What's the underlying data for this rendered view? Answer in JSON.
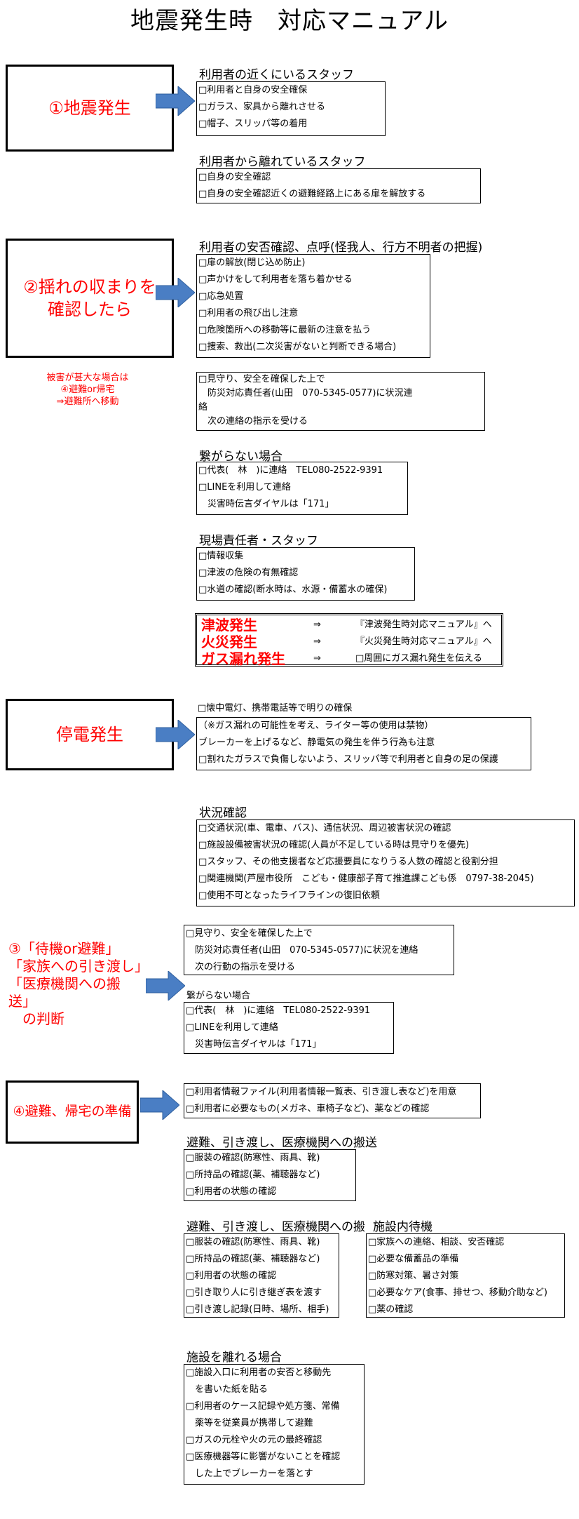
{
  "title": "地震発生時　対応マニュアル",
  "steps": {
    "s1": "①地震発生",
    "s2a": "②揺れの収まりを",
    "s2b": "確認したら",
    "power": "停電発生",
    "s3": [
      "③「待機or避難」",
      "「家族への引き渡し」",
      "「医療機関への搬",
      "送」",
      "　の判断"
    ],
    "s4": "④避難、帰宅の準備"
  },
  "note": [
    "被害が甚大な場合は",
    "④避難or帰宅",
    "⇒避難所へ移動"
  ],
  "sec1": {
    "h1": "利用者の近くにいるスタッフ",
    "items1": [
      "□利用者と自身の安全確保",
      "□ガラス、家具から離れさせる",
      "□帽子、スリッパ等の着用"
    ],
    "h2": "利用者から離れているスタッフ",
    "items2": [
      "□自身の安全確認",
      "□自身の安全確認近くの避難経路上にある扉を解放する"
    ]
  },
  "sec2": {
    "h1": "利用者の安否確認、点呼(怪我人、行方不明者の把握)",
    "items1": [
      "□扉の解放(閉じ込め防止)",
      "□声かけをして利用者を落ち着かせる",
      "□応急処置",
      "□利用者の飛び出し注意",
      "□危険箇所への移動等に最新の注意を払う",
      "□捜索、救出(二次災害がないと判断できる場合)"
    ],
    "items2": [
      "□見守り、安全を確保した上で",
      "　防災対応責任者(山田　070-5345-0577)に状況連",
      "絡",
      "　次の連絡の指示を受ける"
    ],
    "h3": "繋がらない場合",
    "items3": [
      "□代表(　林　)に連絡　TEL080-2522-9391",
      "□LINEを利用して連絡",
      "　災害時伝言ダイヤルは「171」"
    ],
    "h4": "現場責任者・スタッフ",
    "items4": [
      "□情報収集",
      "□津波の危険の有無確認",
      "□水道の確認(断水時は、水源・備蓄水の確保)"
    ]
  },
  "alerts": [
    {
      "label": "津波発生",
      "arrow": "⇒",
      "text": "『津波発生時対応マニュアル』へ"
    },
    {
      "label": "火災発生",
      "arrow": "⇒",
      "text": "『火災発生時対応マニュアル』へ"
    },
    {
      "label": "ガス漏れ発生",
      "arrow": "⇒",
      "text": "□周囲にガス漏れ発生を伝える"
    }
  ],
  "power": {
    "top": "□懐中電灯、携帯電話等で明りの確保",
    "items": [
      "（※ガス漏れの可能性を考え、ライター等の使用は禁物）",
      "ブレーカーを上げるなど、静電気の発生を伴う行為も注意",
      "□割れたガラスで負傷しないよう、スリッパ等で利用者と自身の足の保護"
    ]
  },
  "status": {
    "h": "状況確認",
    "items": [
      "□交通状況(車、電車、バス)、通信状況、周辺被害状況の確認",
      "□施設設備被害状況の確認(人員が不足している時は見守りを優先)",
      "□スタッフ、その他支援者など応援要員になりうる人数の確認と役割分担",
      "□関連機関(芦屋市役所　こども・健康部子育て推進課こども係　0797-38-2045)",
      "□使用不可となったライフラインの復旧依頼"
    ]
  },
  "sec3": {
    "items1": [
      "□見守り、安全を確保した上で",
      "　防災対応責任者(山田　070-5345-0577)に状況を連絡",
      "　次の行動の指示を受ける"
    ],
    "h2": "繋がらない場合",
    "items2": [
      "□代表(　林　)に連絡　TEL080-2522-9391",
      "□LINEを利用して連絡",
      "　災害時伝言ダイヤルは「171」"
    ]
  },
  "sec4": {
    "items1": [
      "□利用者情報ファイル(利用者情報一覧表、引き渡し表など)を用意",
      "□利用者に必要なもの(メガネ、車椅子など)、薬などの確認"
    ],
    "h2": "避難、引き渡し、医療機関への搬送",
    "items2": [
      "□服装の確認(防寒性、雨具、靴)",
      "□所持品の確認(薬、補聴器など)",
      "□利用者の状態の確認"
    ],
    "h3": "避難、引き渡し、医療機関への搬",
    "h3b": "施設内待機",
    "items3": [
      "□服装の確認(防寒性、雨具、靴)",
      "□所持品の確認(薬、補聴器など)",
      "□利用者の状態の確認",
      "□引き取り人に引き継ぎ表を渡す",
      "□引き渡し記録(日時、場所、相手)"
    ],
    "items4": [
      "□家族への連絡、相談、安否確認",
      "□必要な備蓄品の準備",
      "□防寒対策、暑さ対策",
      "□必要なケア(食事、排せつ、移動介助など)",
      "□薬の確認"
    ],
    "h5": "施設を離れる場合",
    "items5": [
      "□施設入口に利用者の安否と移動先",
      "　を書いた紙を貼る",
      "□利用者のケース記録や処方箋、常備",
      "　薬等を従業員が携帯して避難",
      "□ガスの元栓や火の元の最終確認",
      "□医療機器等に影響がないことを確認",
      "　した上でブレーカーを落とす"
    ]
  },
  "colors": {
    "arrow": "#4a7ec4",
    "alert": "#ff0000"
  }
}
